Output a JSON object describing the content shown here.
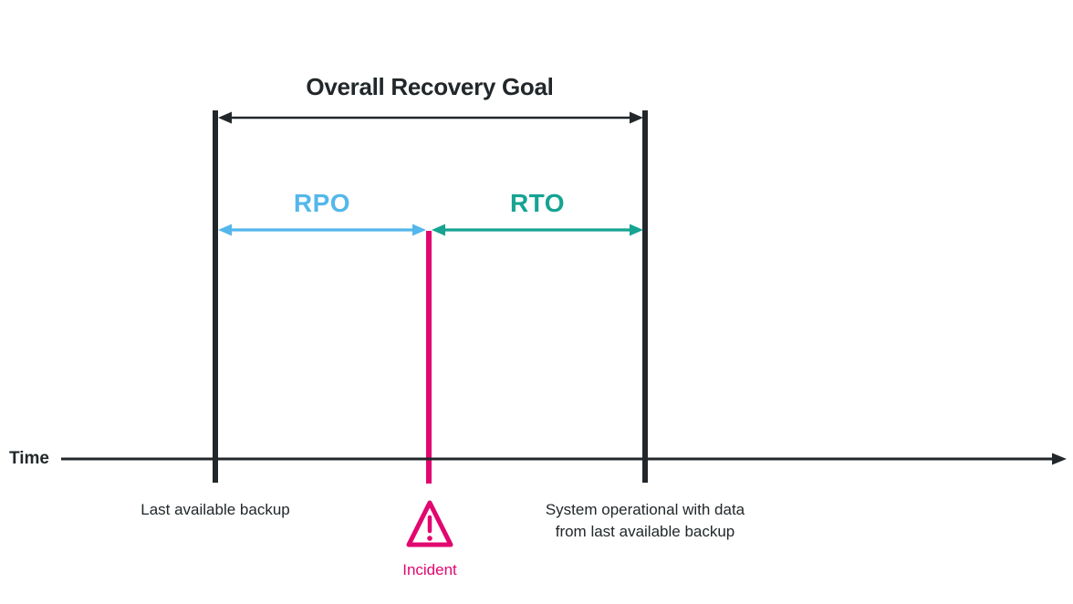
{
  "diagram": {
    "title": "Overall Recovery Goal",
    "time_axis_label": "Time",
    "rpo": {
      "label": "RPO"
    },
    "rto": {
      "label": "RTO"
    },
    "incident": {
      "label": "Incident",
      "icon": "warning-triangle-icon"
    },
    "left_marker_label": "Last available backup",
    "right_marker_label": "System operational with data from last available backup",
    "colors": {
      "rpo_blue": "#54B7EB",
      "rto_teal": "#16A392",
      "incident_magenta": "#E2066F",
      "line_dark": "#21272A",
      "text_dark": "#21272A",
      "background": "#FFFFFF"
    }
  }
}
